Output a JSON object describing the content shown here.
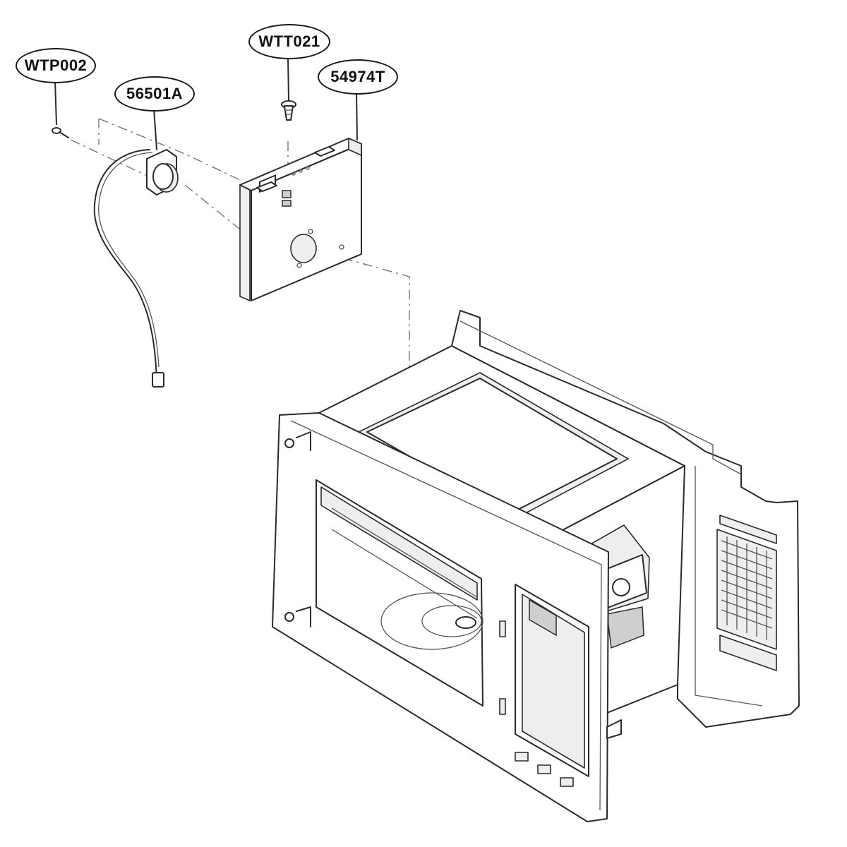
{
  "diagram": {
    "parts": [
      {
        "id": "WTP002"
      },
      {
        "id": "56501A"
      },
      {
        "id": "WTT021"
      },
      {
        "id": "54974T"
      }
    ]
  }
}
